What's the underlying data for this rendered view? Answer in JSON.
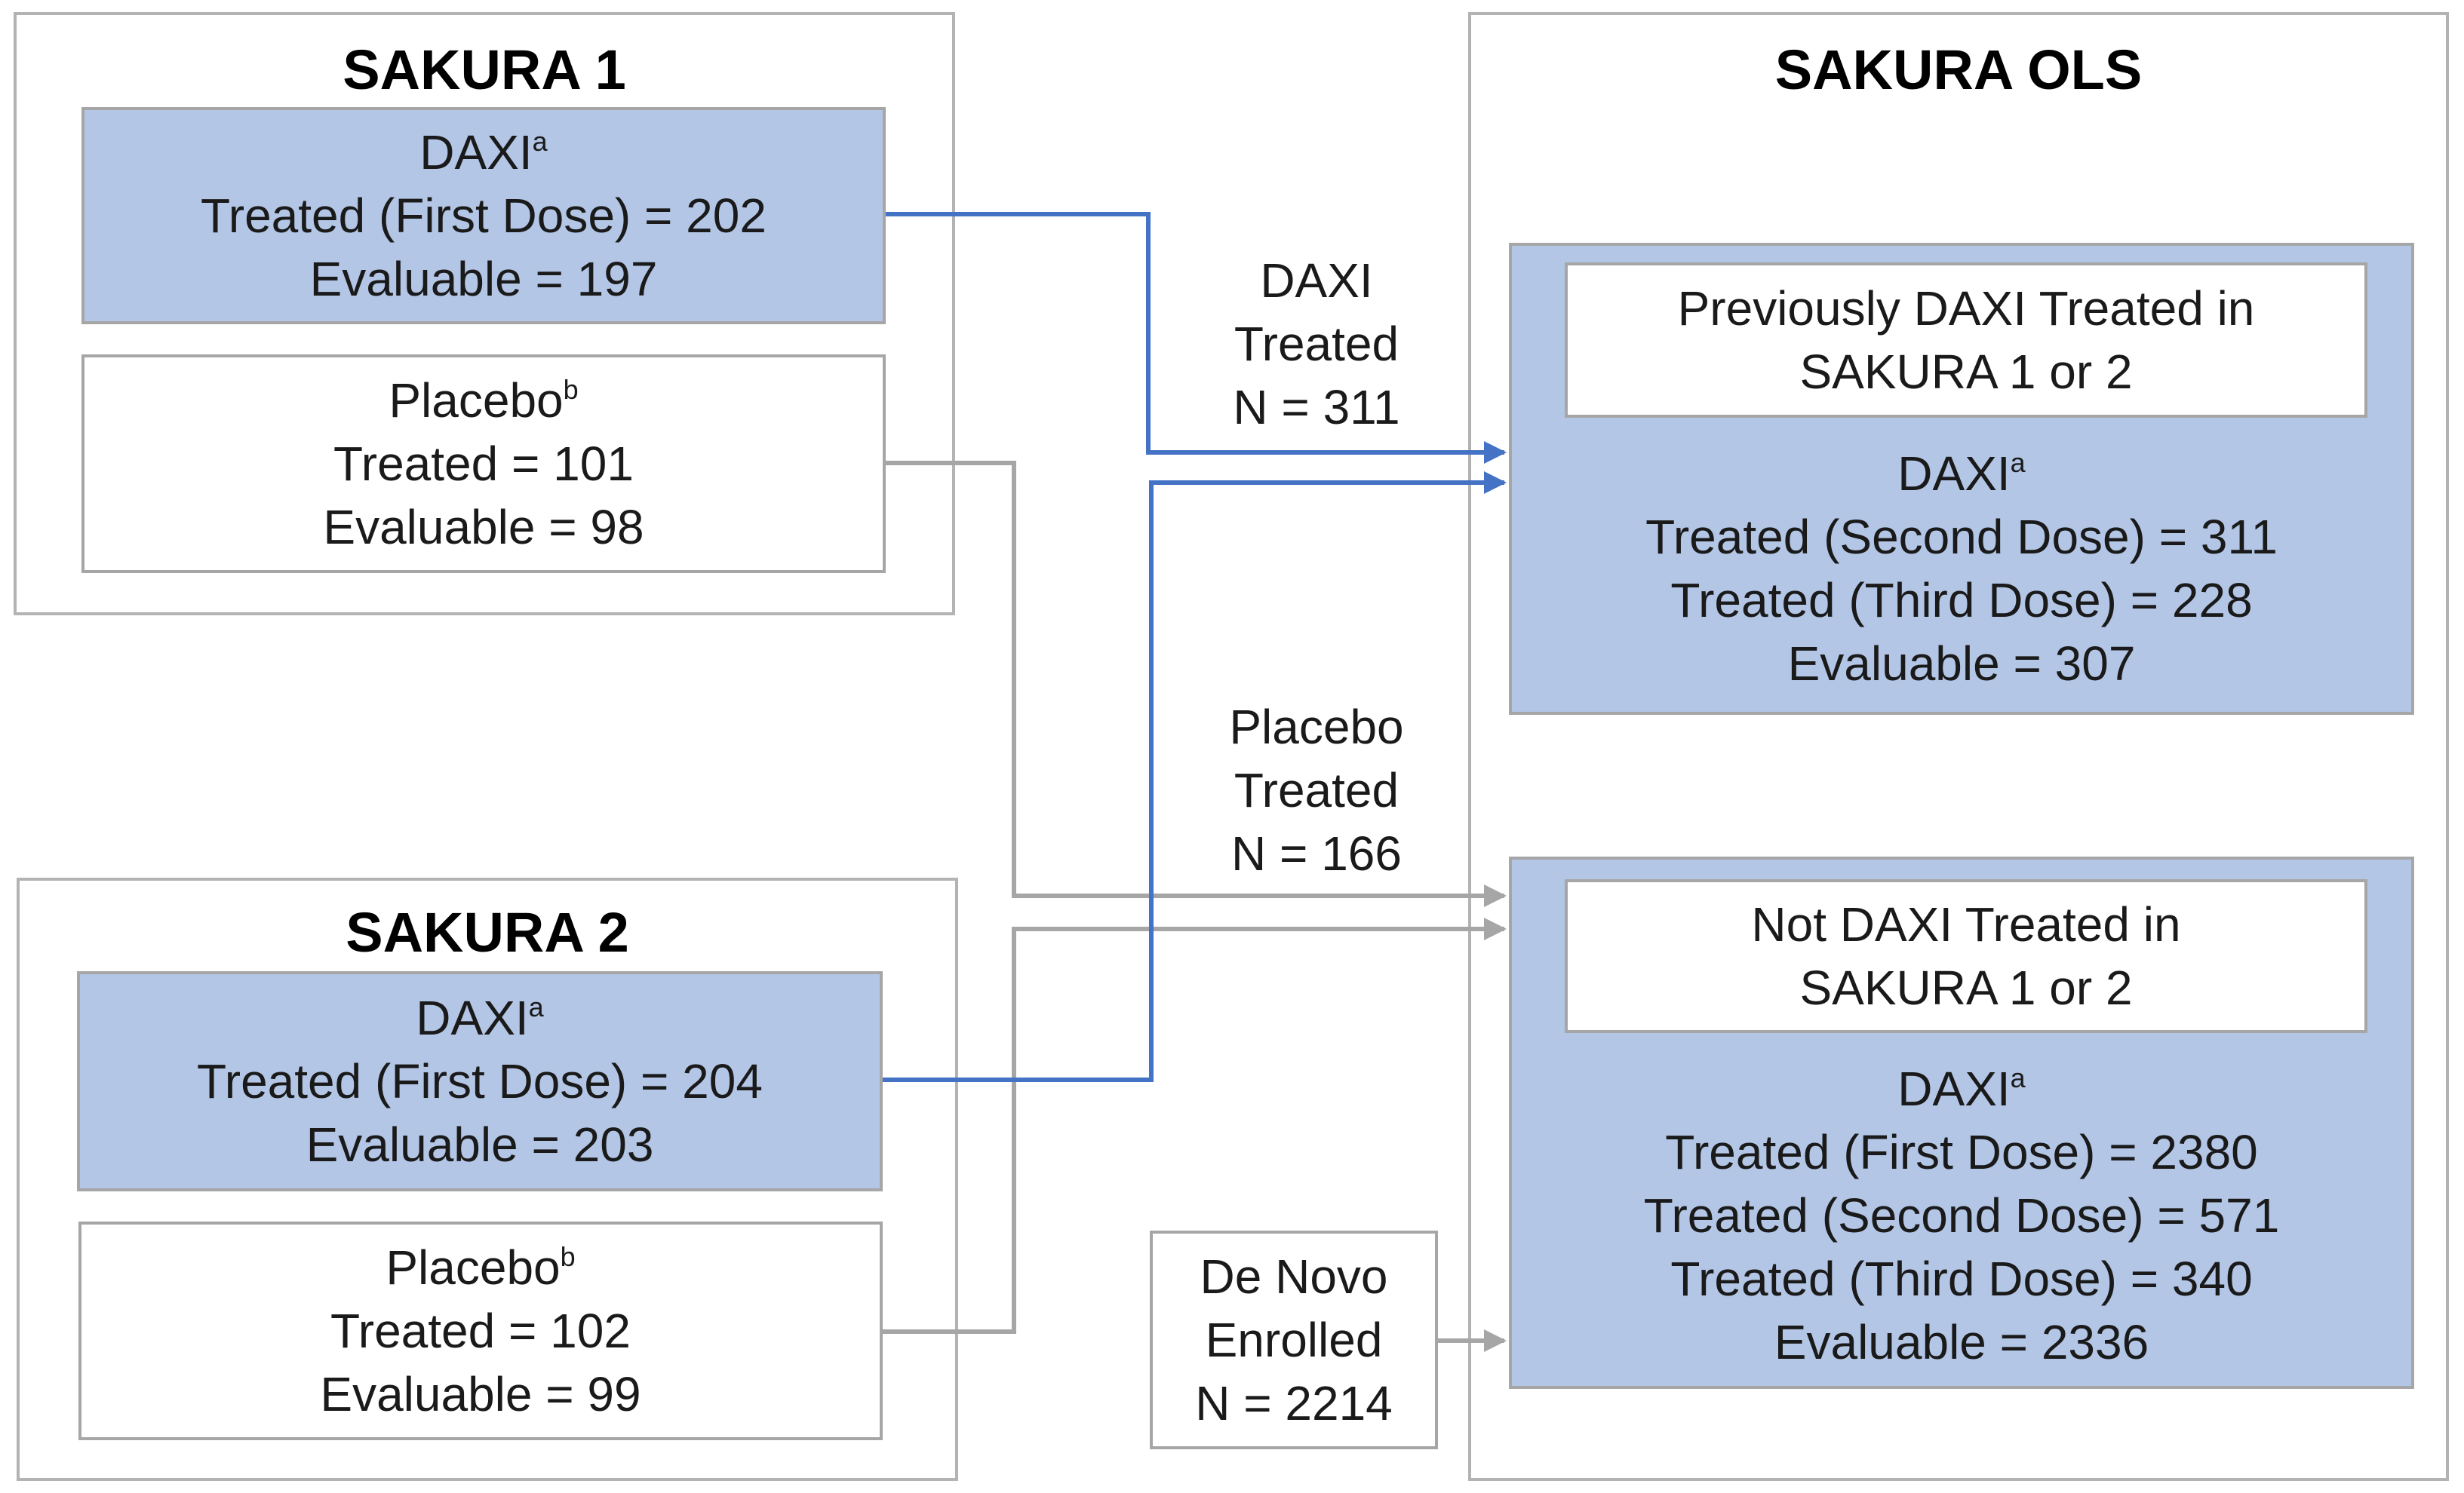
{
  "sakura1": {
    "title": "SAKURA 1",
    "daxi": {
      "name": "DAXI",
      "note": "a",
      "treated": "Treated (First Dose) = 202",
      "evaluable": "Evaluable = 197"
    },
    "placebo": {
      "name": "Placebo",
      "note": "b",
      "treated": "Treated = 101",
      "evaluable": "Evaluable = 98"
    }
  },
  "sakura2": {
    "title": "SAKURA 2",
    "daxi": {
      "name": "DAXI",
      "note": "a",
      "treated": "Treated (First Dose) = 204",
      "evaluable": "Evaluable = 203"
    },
    "placebo": {
      "name": "Placebo",
      "note": "b",
      "treated": "Treated = 102",
      "evaluable": "Evaluable = 99"
    }
  },
  "ols": {
    "title": "SAKURA OLS",
    "previously": {
      "header_line1": "Previously DAXI Treated in",
      "header_line2": "SAKURA 1 or 2",
      "name": "DAXI",
      "note": "a",
      "second_dose": "Treated (Second Dose) = 311",
      "third_dose": "Treated (Third Dose) = 228",
      "evaluable": "Evaluable = 307"
    },
    "not_treated": {
      "header_line1": "Not DAXI Treated in",
      "header_line2": "SAKURA 1 or 2",
      "name": "DAXI",
      "note": "a",
      "first_dose": "Treated (First Dose) = 2380",
      "second_dose": "Treated (Second Dose) = 571",
      "third_dose": "Treated (Third Dose) = 340",
      "evaluable": "Evaluable = 2336"
    }
  },
  "flows": {
    "daxi": {
      "line1": "DAXI",
      "line2": "Treated",
      "line3": "N = 311"
    },
    "placebo": {
      "line1": "Placebo",
      "line2": "Treated",
      "line3": "N = 166"
    },
    "de_novo": {
      "line1": "De Novo",
      "line2": "Enrolled",
      "line3": "N = 2214"
    }
  },
  "colors": {
    "daxi_fill": "#b3c6e6",
    "daxi_arrow": "#4472c4",
    "placebo_arrow": "#a6a6a6",
    "panel_border": "#b3b3b3"
  }
}
